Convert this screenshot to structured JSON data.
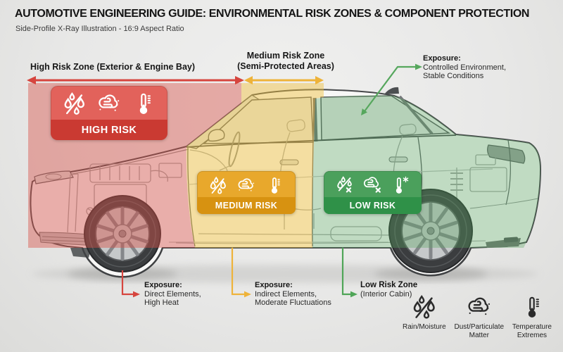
{
  "header": {
    "title": "AUTOMOTIVE ENGINEERING GUIDE: ENVIRONMENTAL RISK ZONES & COMPONENT PROTECTION",
    "subtitle": "Side-Profile X-Ray Illustration - 16:9 Aspect Ratio"
  },
  "zones": {
    "high": {
      "top_label": "High Risk Zone (Exterior & Engine Bay)",
      "badge": "HIGH RISK",
      "color": "#d6453e",
      "badge_top_color": "#e2625b",
      "badge_bar_color": "#ca3a32",
      "exposure": {
        "title": "Exposure:",
        "line1": "Direct Elements,",
        "line2": "High Heat"
      }
    },
    "medium": {
      "top_label_line1": "Medium Risk Zone",
      "top_label_line2": "(Semi-Protected Areas)",
      "badge": "MEDIUM RISK",
      "color": "#eeb33a",
      "badge_top_color": "#e8a82c",
      "badge_bar_color": "#d79211",
      "exposure": {
        "title": "Exposure:",
        "line1": "Indirect Elements,",
        "line2": "Moderate Fluctuations"
      }
    },
    "low": {
      "badge": "LOW RISK",
      "color": "#4fa557",
      "badge_top_color": "#4ba05c",
      "badge_bar_color": "#2f9148",
      "exposure": {
        "title": "Exposure:",
        "line1": "Controlled Environment,",
        "line2": "Stable Conditions"
      },
      "bottom_label_line1": "Low Risk Zone",
      "bottom_label_line2": "(Interior Cabin)"
    }
  },
  "legend": {
    "rain": "Rain/Moisture",
    "dust_line1": "Dust/Particulate",
    "dust_line2": "Matter",
    "temp_line1": "Temperature",
    "temp_line2": "Extremes"
  }
}
